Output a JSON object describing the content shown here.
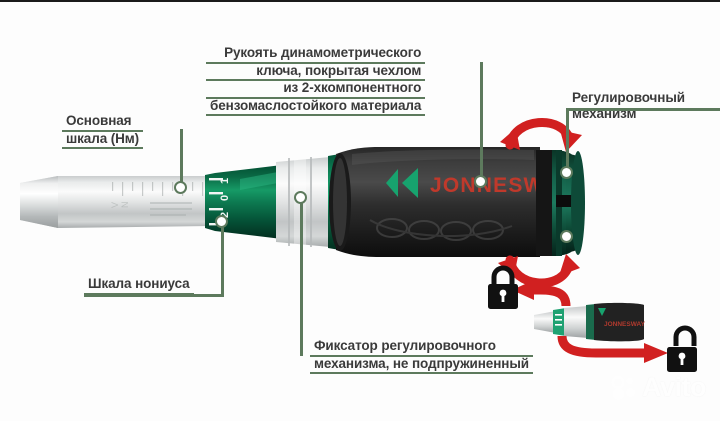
{
  "image": {
    "subject": "Jonnesway torque wrench annotated diagram",
    "brand_text": "JONNESWAY",
    "background_color": "#fdfdfd",
    "leader_color": "#5d7a5d",
    "text_color": "#3a3a3a",
    "arrow_color": "#d12020",
    "handle_color": "#2b2b2b",
    "green_color": "#0f7a50",
    "chrome_color": "#d8dada"
  },
  "callouts": {
    "handle": {
      "name": "handle-callout",
      "lines": [
        "Рукоять динамометрического",
        "ключа, покрытая чехлом",
        "из 2-хкомпонентного",
        "бензомаслостойкого материала"
      ]
    },
    "main_scale": {
      "name": "main-scale-callout",
      "lines": [
        "Основная",
        "шкала (Нм)"
      ]
    },
    "vernier_scale": {
      "name": "vernier-scale-callout",
      "lines": [
        "Шкала нониуса"
      ]
    },
    "adjust_mechanism": {
      "name": "adjustment-mechanism-callout",
      "lines": [
        "Регулировочный",
        "механизм"
      ]
    },
    "lock": {
      "name": "lock-callout",
      "lines": [
        "Фиксатор регулировочного",
        "механизма, не подпружиненный"
      ]
    }
  },
  "scale": {
    "vernier_ticks": [
      "1",
      "0",
      "2"
    ]
  },
  "icons": {
    "padlock_closed": "padlock-closed-icon",
    "padlock_open": "padlock-open-icon",
    "arrow_left": "arrow-left-icon",
    "arrow_right": "arrow-right-icon",
    "rotate_top": "rotation-arrow-top-icon",
    "rotate_bottom": "rotation-arrow-bottom-icon",
    "brand_chevron": "jonnesway-chevron-icon"
  },
  "watermark": {
    "text": "Avito"
  }
}
